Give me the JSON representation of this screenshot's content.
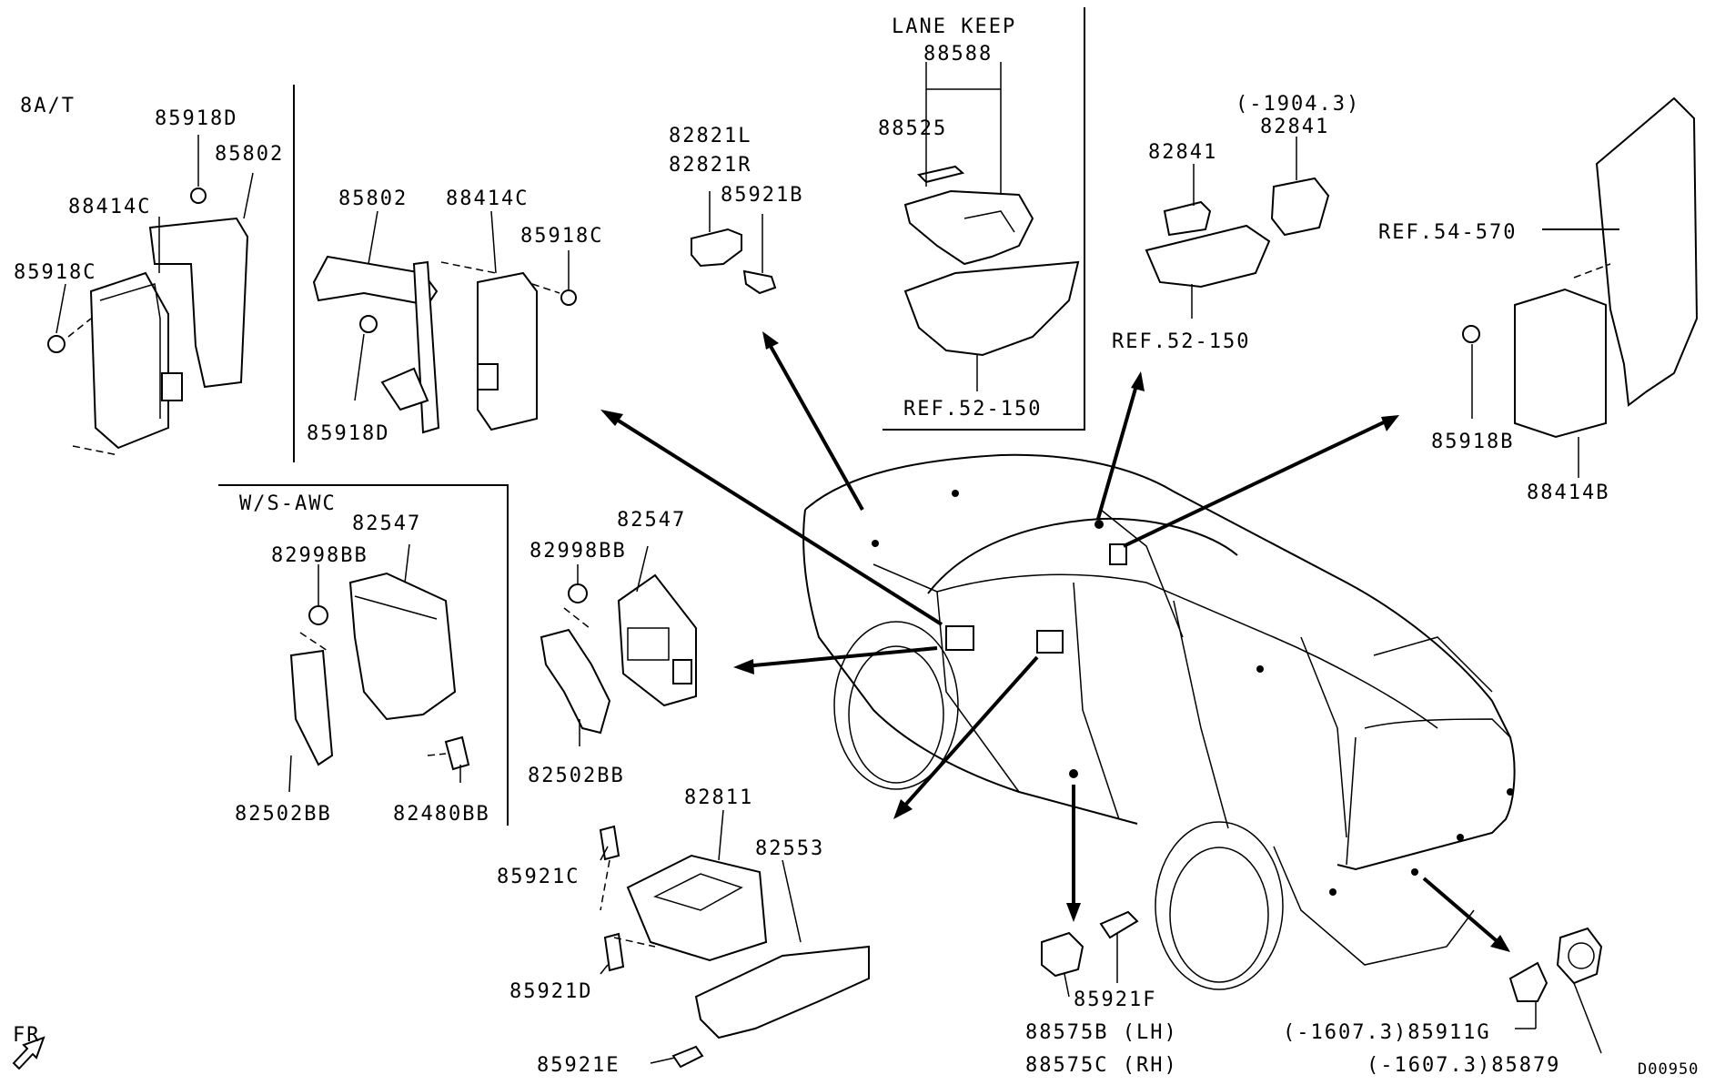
{
  "labels": {
    "at8": "8A/T",
    "lane_keep": "LANE KEEP",
    "ws_awc": "W/S-AWC",
    "fr": "FR",
    "diagram_code": "D00950",
    "p85918D_a": "85918D",
    "p85802_a": "85802",
    "p88414C_a": "88414C",
    "p85918C_a": "85918C",
    "p85802_b": "85802",
    "p88414C_b": "88414C",
    "p85918C_b": "85918C",
    "p85918D_b": "85918D",
    "p82821L": "82821L",
    "p82821R": "82821R",
    "p85921B": "85921B",
    "p88588": "88588",
    "p88525": "88525",
    "ref52150_a": "REF.52-150",
    "p1904": "(-1904.3)",
    "p82841_a": "82841",
    "p82841_b": "82841",
    "ref52150_b": "REF.52-150",
    "ref54570": "REF.54-570",
    "p85918B": "85918B",
    "p88414B": "88414B",
    "p82547_a": "82547",
    "p82998BB_a": "82998BB",
    "p82502BB_a": "82502BB",
    "p82480BB": "82480BB",
    "p82547_b": "82547",
    "p82998BB_b": "82998BB",
    "p82502BB_b": "82502BB",
    "p82811": "82811",
    "p82553": "82553",
    "p85921C": "85921C",
    "p85921D": "85921D",
    "p85921E": "85921E",
    "p85921F": "85921F",
    "p88575B": "88575B (LH)",
    "p88575C": "88575C (RH)",
    "p85911G": "(-1607.3)85911G",
    "p85879": "(-1607.3)85879"
  }
}
